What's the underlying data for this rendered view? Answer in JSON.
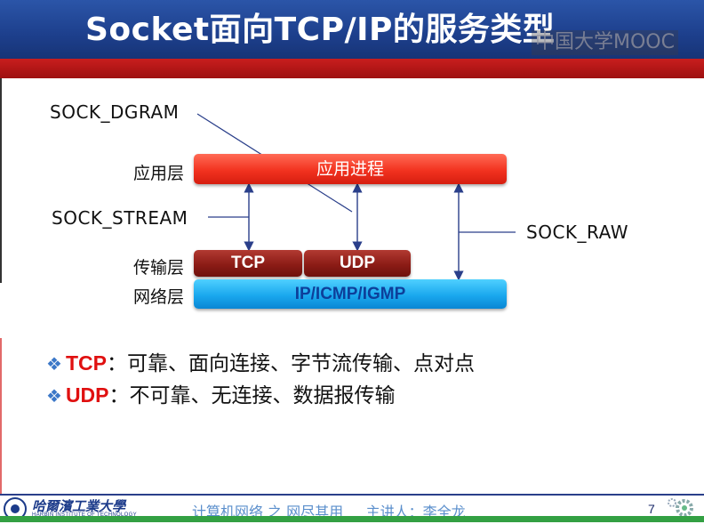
{
  "slide": {
    "title": "Socket面向TCP/IP的服务类型",
    "watermark": "中国大学MOOC",
    "page_number": "7"
  },
  "diagram": {
    "socket_types": {
      "dgram": "SOCK_DGRAM",
      "stream": "SOCK_STREAM",
      "raw": "SOCK_RAW"
    },
    "layers": {
      "application": "应用层",
      "transport": "传输层",
      "network": "网络层"
    },
    "boxes": {
      "app_process": "应用进程",
      "tcp": "TCP",
      "udp": "UDP",
      "ip": "IP/ICMP/IGMP"
    },
    "colors": {
      "app_box": "#f2321f",
      "transport_box": "#8c1c16",
      "ip_box": "#1aa8ee",
      "arrow": "#2a3f8a"
    }
  },
  "bullets": [
    {
      "term": "TCP",
      "desc": "：可靠、面向连接、字节流传输、点对点",
      "icon": "diamond-bullet-icon"
    },
    {
      "term": "UDP",
      "desc": "：不可靠、无连接、数据报传输",
      "icon": "diamond-bullet-icon"
    }
  ],
  "footer": {
    "university": "哈爾濱工業大學",
    "university_en": "HARBIN INSTITUTE OF TECHNOLOGY",
    "course": "计算机网络 之 网尽其用",
    "lecturer": "主讲人：李全龙"
  }
}
